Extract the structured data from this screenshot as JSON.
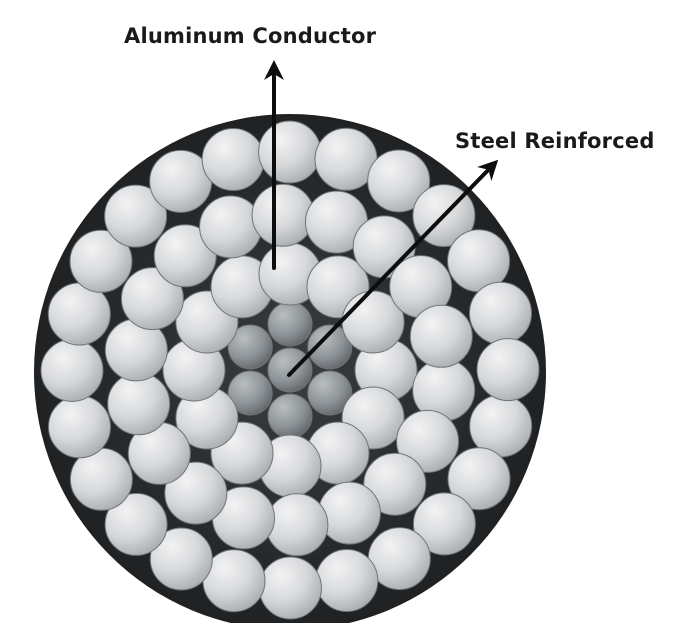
{
  "labels": {
    "aluminum": "Aluminum Conductor",
    "steel": "Steel Reinforced"
  },
  "icons": {
    "aluminum_arrow": "arrow-up-icon",
    "steel_arrow": "arrow-up-right-icon"
  },
  "colors": {
    "background": "#ffffff",
    "label_text": "#1a1a1a",
    "arrow": "#0d0d0d",
    "aluminum_strand": "#d9dadc",
    "steel_strand": "#8f9599",
    "cable_core_shadow": "#2b2d30"
  },
  "structure": {
    "steel_strand_count": 7,
    "aluminum_strand_count": 54,
    "aluminum_layers": 3
  }
}
